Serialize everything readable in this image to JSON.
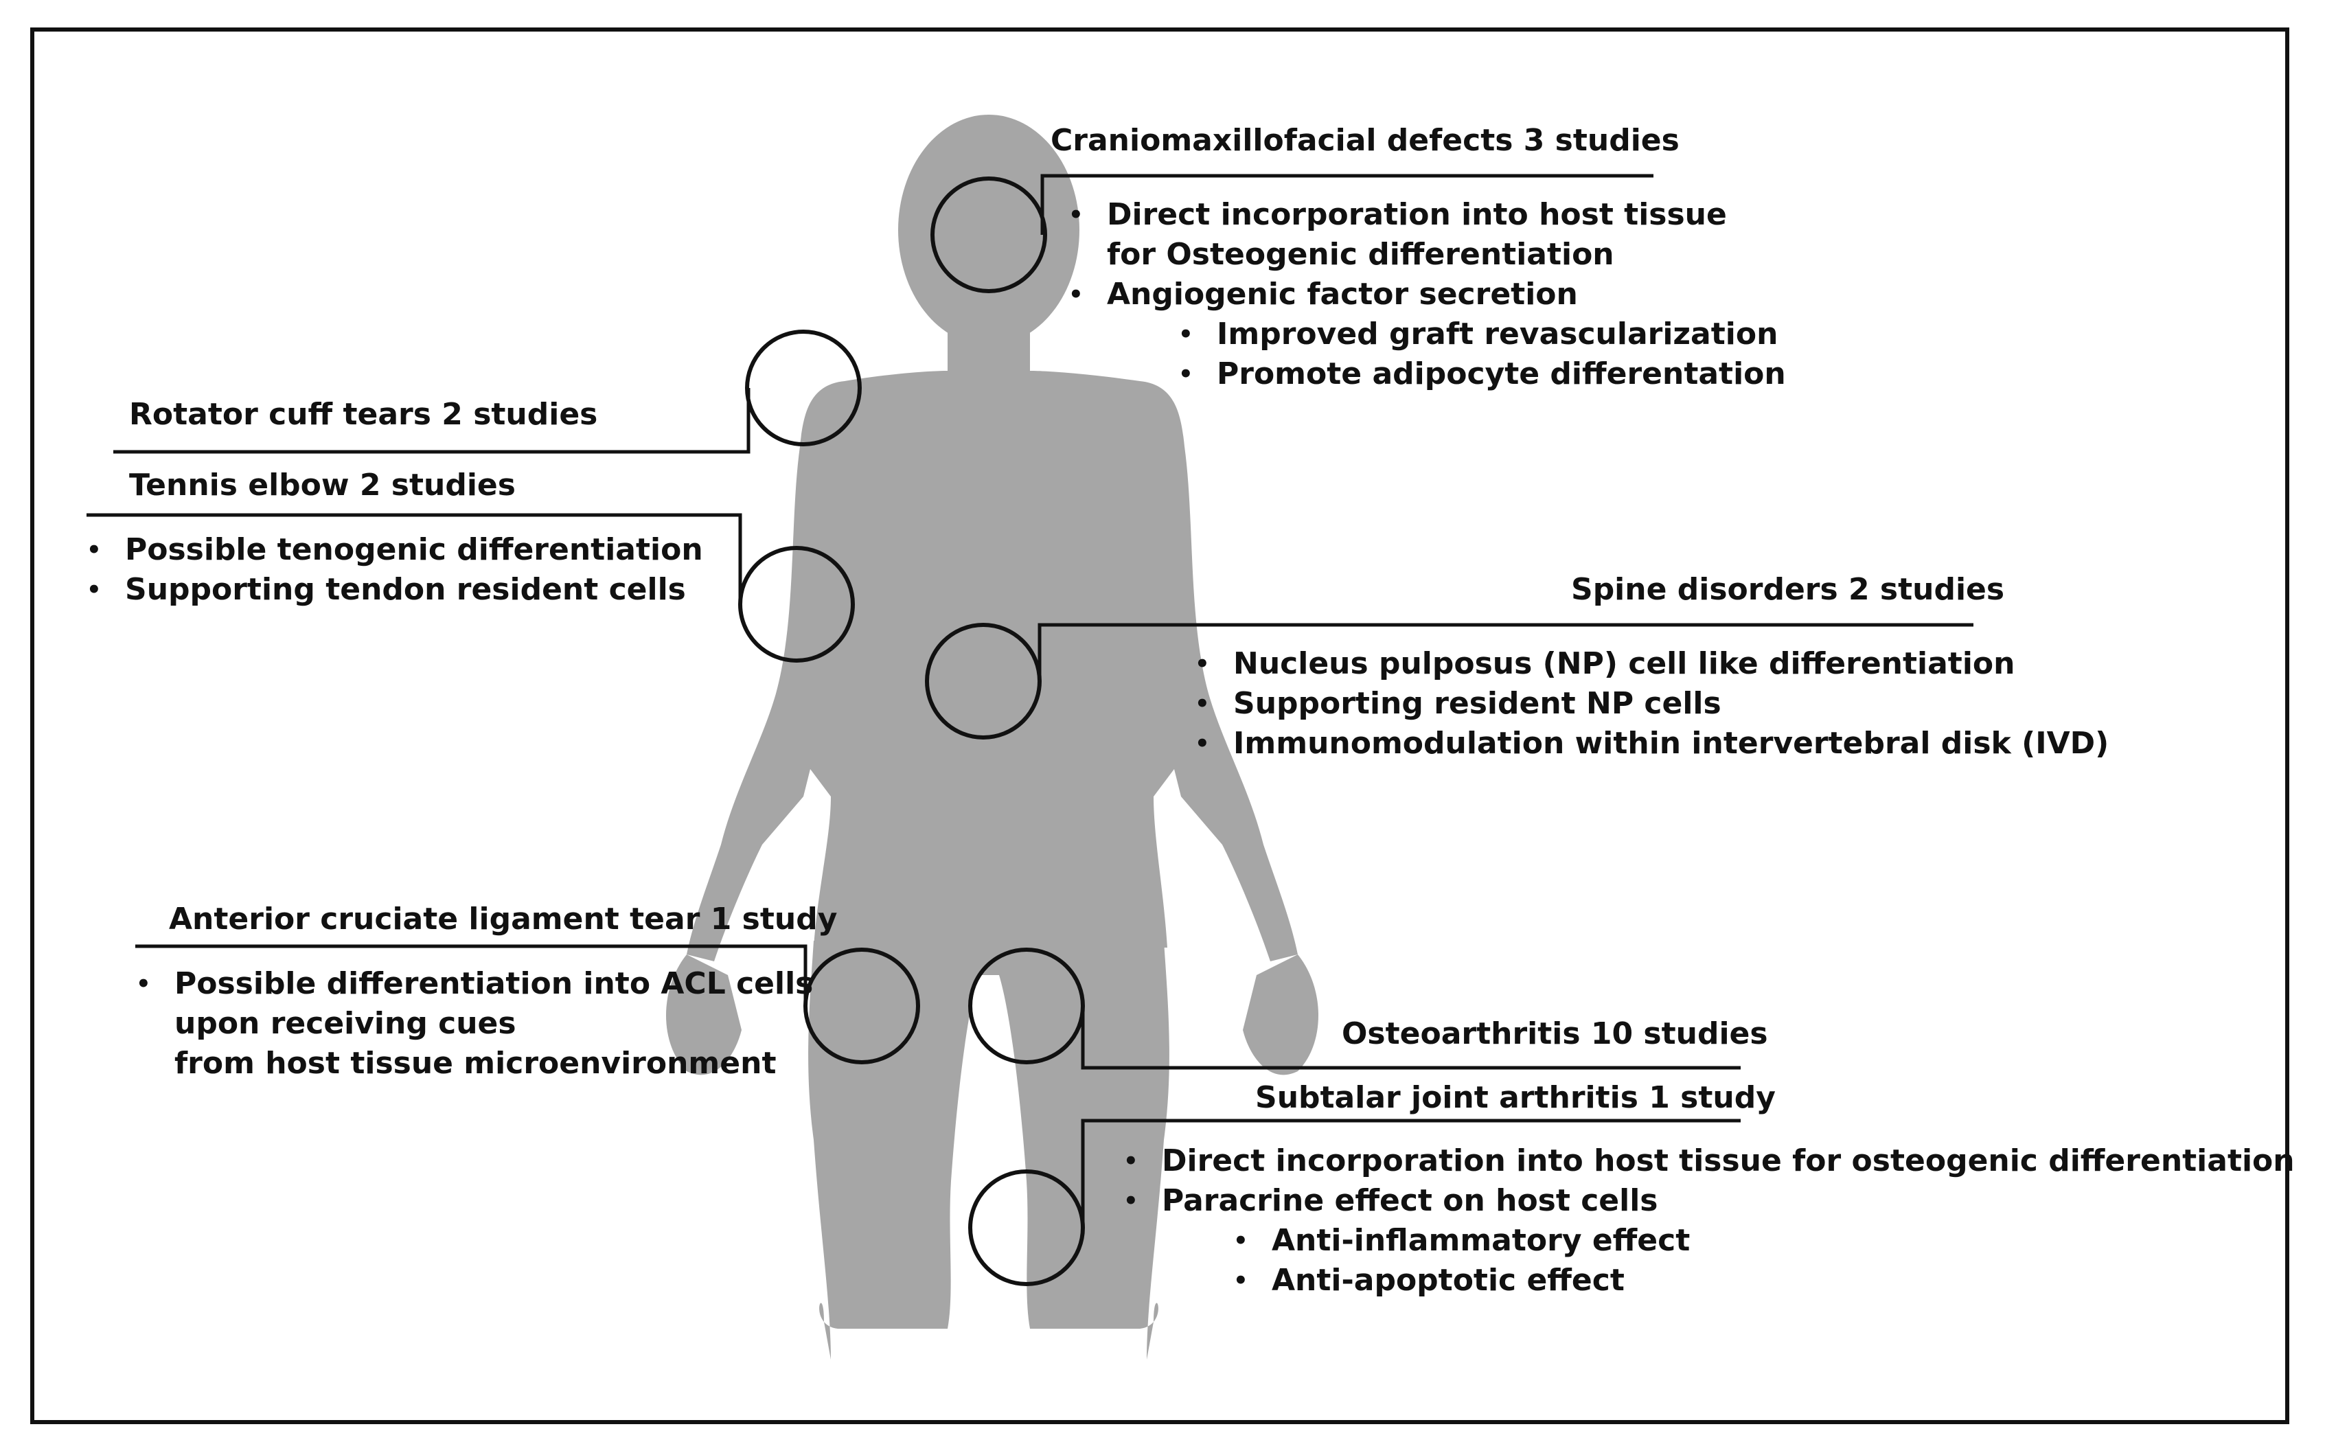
{
  "callouts": {
    "cranio": {
      "title": "Craniomaxillofacial  defects 3 studies",
      "items": [
        {
          "type": "bullet",
          "text": "Direct  incorporation  into  host  tissue"
        },
        {
          "type": "cont",
          "text": "for  Osteogenic  differentiation"
        },
        {
          "type": "bullet",
          "text": "Angiogenic  factor  secretion"
        },
        {
          "type": "sub",
          "text": "Improved  graft  revascularization"
        },
        {
          "type": "sub",
          "text": "Promote  adipocyte  differentation"
        }
      ]
    },
    "rotator": {
      "title": "Rotator  cuff  tears  2  studies"
    },
    "tennis": {
      "title": "Tennis  elbow  2  studies",
      "items": [
        {
          "type": "bullet",
          "text": "Possible  tenogenic  differentiation"
        },
        {
          "type": "bullet",
          "text": "Supporting  tendon  resident  cells"
        }
      ]
    },
    "spine": {
      "title": "Spine  disorders  2  studies",
      "items": [
        {
          "type": "bullet",
          "text": "Nucleus  pulposus  (NP)  cell  like  differentiation"
        },
        {
          "type": "bullet",
          "text": "Supporting  resident  NP  cells"
        },
        {
          "type": "bullet",
          "text": "Immunomodulation  within  intervertebral  disk  (IVD)"
        }
      ]
    },
    "acl": {
      "title": "Anterior  cruciate  ligament  tear  1  study",
      "items": [
        {
          "type": "bullet",
          "text": "Possible  differentiation  into  ACL  cells"
        },
        {
          "type": "cont",
          "text": "upon  receiving  cues"
        },
        {
          "type": "cont",
          "text": "from  host  tissue  microenvironment"
        }
      ]
    },
    "oa": {
      "title": "Osteoarthritis  10  studies"
    },
    "subtalar": {
      "title": "Subtalar  joint  arthritis  1  study",
      "items": [
        {
          "type": "bullet",
          "text": "Direct  incorporation  into  host  tissue  for  osteogenic  differentiation"
        },
        {
          "type": "bullet",
          "text": "Paracrine  effect  on  host  cells"
        },
        {
          "type": "sub",
          "text": "Anti-inflammatory  effect"
        },
        {
          "type": "sub",
          "text": "Anti-apoptotic  effect"
        }
      ]
    }
  },
  "colors": {
    "body": "#a6a6a6",
    "line": "#111111",
    "background": "#ffffff"
  },
  "icons": {
    "body": "human-body-silhouette-icon",
    "marker": "target-circle-icon"
  }
}
